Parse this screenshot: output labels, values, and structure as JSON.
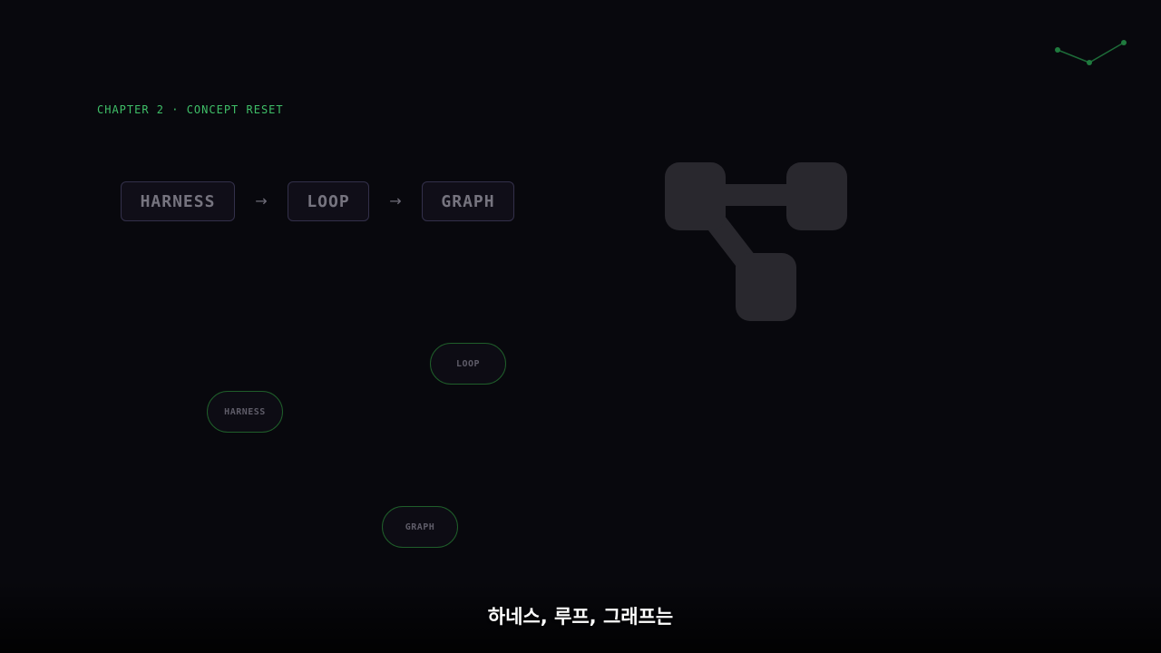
{
  "chapter_label": "CHAPTER 2 · CONCEPT RESET",
  "flow": {
    "items": [
      "HARNESS",
      "LOOP",
      "GRAPH"
    ],
    "arrow": "→"
  },
  "pills": {
    "loop": "LOOP",
    "harness": "HARNESS",
    "graph": "GRAPH"
  },
  "icons": {
    "graph_icon": "graph-nodes-icon",
    "corner_icon": "constellation-icon"
  },
  "subtitle": "하네스, 루프, 그래프는",
  "colors": {
    "background": "#08080d",
    "accent_green": "#3fbf68",
    "pill_border": "#1f5e2a",
    "icon_fill": "#29282e",
    "box_border": "#33304a",
    "subtitle_text": "#ffffff"
  }
}
